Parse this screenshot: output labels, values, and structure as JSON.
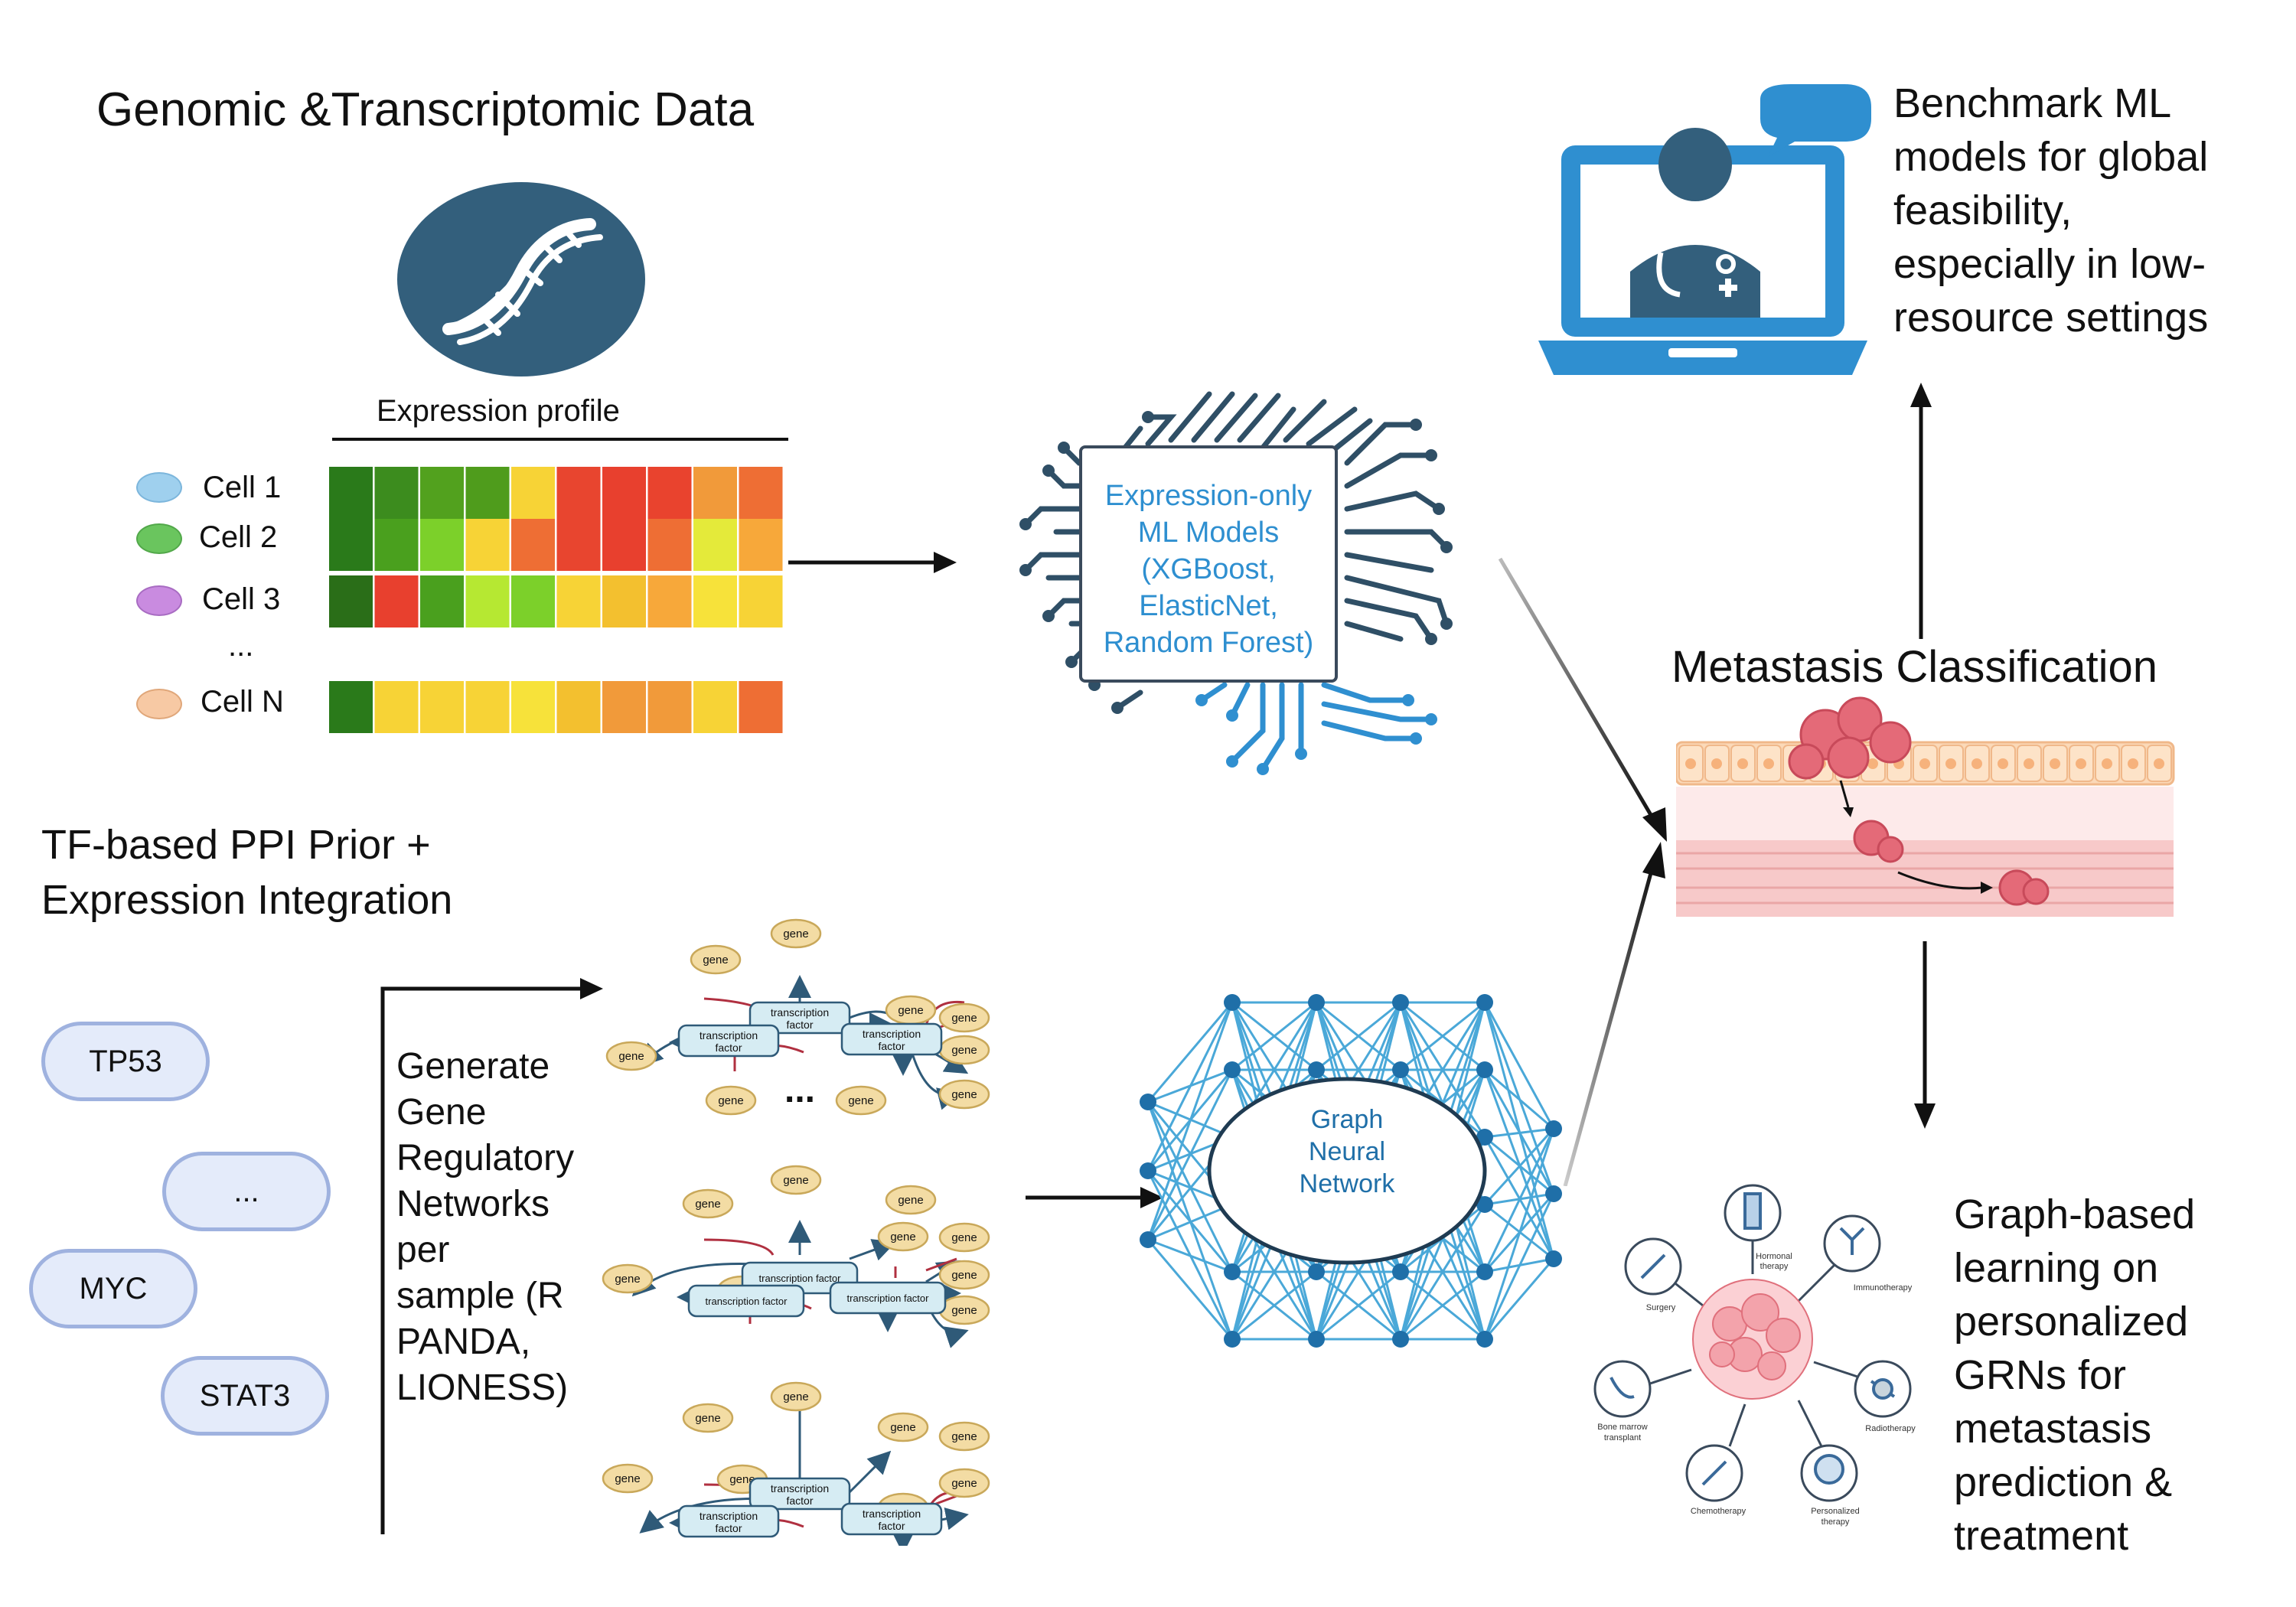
{
  "genomic": {
    "title": "Genomic &Transcriptomic Data",
    "expression_profile_label": "Expression profile",
    "cells": [
      "Cell 1",
      "Cell 2",
      "Cell 3",
      "...",
      "Cell N"
    ],
    "heatmap_colors": [
      [
        "#2a7a1a",
        "#3c8c1e",
        "#52a11e",
        "#4f9c1c",
        "#f7d336",
        "#e8452f",
        "#e8402e",
        "#e9432e",
        "#f19a3a",
        "#ee6e34"
      ],
      [
        "#2a7a1a",
        "#4aa01e",
        "#7cd02a",
        "#f7d336",
        "#ee6e34",
        "#e8452f",
        "#e8402e",
        "#ee6e34",
        "#e4ea3a",
        "#f7a83a"
      ],
      [
        "#2a6e18",
        "#e8402e",
        "#4aa01e",
        "#b6e832",
        "#7cd02a",
        "#f7d336",
        "#f3c02f",
        "#f7a83a",
        "#f7e23a",
        "#f7d336"
      ],
      [
        "#2a7a1a",
        "#f7d336",
        "#f7d336",
        "#f7d336",
        "#f7e23a",
        "#f3c02f",
        "#f19a3a",
        "#f19a3a",
        "#f7d336",
        "#ee6e34"
      ]
    ],
    "cell_colors": [
      "#9fd0ee",
      "#6ac55e",
      "#c98be0",
      "#f7c9a4"
    ]
  },
  "ml": {
    "lines": [
      "Expression-only",
      "ML Models",
      "(XGBoost,",
      "ElasticNet,",
      "Random Forest)"
    ]
  },
  "benchmark": {
    "lines": [
      "Benchmark ML",
      "models for global",
      "feasibility,",
      "especially in low-",
      "resource settings"
    ]
  },
  "metastasis": {
    "title": "Metastasis Classification"
  },
  "tf": {
    "title_lines": [
      "TF-based PPI Prior +",
      "Expression Integration"
    ],
    "genes": [
      "TP53",
      "...",
      "MYC",
      "STAT3"
    ],
    "generate_lines": [
      "Generate",
      "Gene",
      "Regulatory",
      "Networks",
      "per",
      "sample (R",
      "PANDA,",
      "LIONESS)"
    ]
  },
  "grn": {
    "gene": "gene",
    "tf": "transcription factor",
    "tf_line1": "transcription",
    "tf_line2": "factor",
    "ellipsis": "..."
  },
  "gnn": {
    "lines": [
      "Graph",
      "Neural",
      "Network"
    ]
  },
  "treatment": {
    "items": [
      "Hormonal therapy",
      "Immunotherapy",
      "Radiotherapy",
      "Personalized therapy",
      "Chemotherapy",
      "Bone marrow transplant",
      "Surgery"
    ]
  },
  "graph_learning": {
    "lines": [
      "Graph-based",
      "learning on",
      "personalized",
      "GRNs for",
      "metastasis",
      "prediction &",
      "treatment"
    ]
  },
  "colors": {
    "dark_teal": "#335f7c",
    "laptop_blue": "#2f8fd0",
    "ml_text": "#2e8fd0",
    "gnn_blue": "#1f6fa8",
    "gnn_edge": "#4aa8d8"
  }
}
